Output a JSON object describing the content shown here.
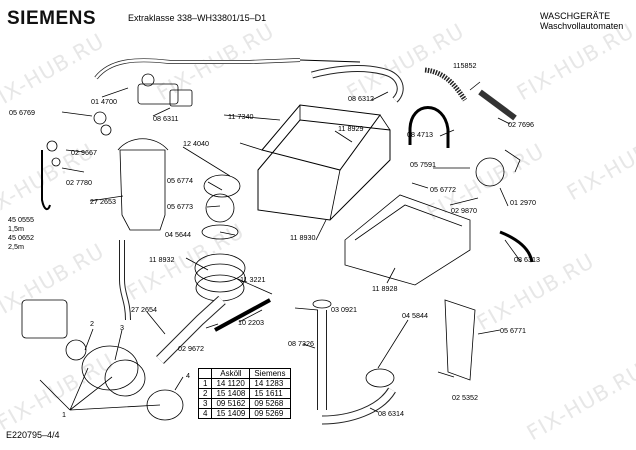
{
  "header": {
    "brand": "SIEMENS",
    "model": "Extraklasse 338–WH33801/15–D1",
    "category_line1": "WASCHGERÄTE",
    "category_line2": "Waschvollautomaten"
  },
  "footer": {
    "doc_ref": "E220795–4/4"
  },
  "watermark": "FIX-HUB.RU",
  "part_labels": {
    "p056769": "05 6769",
    "p014700": "01 4700",
    "p086311": "08 6311",
    "p117340": "11 7340",
    "p086312": "08 6312",
    "p115852": "115852",
    "p029667": "02 9667",
    "p027780": "02 7780",
    "p450555": "45 0555",
    "p15m": "1,5m",
    "p450652": "45 0652",
    "p25m": "2,5m",
    "p272653": "27 2653",
    "p124040": "12 4040",
    "p056774": "05 6774",
    "p056773": "05 6773",
    "p045644": "04 5644",
    "p118929": "11 8929",
    "p084713": "08 4713",
    "p027696": "02 7696",
    "p057591": "05 7591",
    "p056772": "05 6772",
    "p029870": "02 9870",
    "p012970": "01 2970",
    "p118930": "11 8930",
    "p118932": "11 8932",
    "p113221": "11 3221",
    "p272654": "27 2654",
    "p102203": "10 2203",
    "p029672": "02 9672",
    "p030921": "03 0921",
    "p118928": "11 8928",
    "p086313": "08 6313",
    "p087326": "08 7326",
    "p045844": "04 5844",
    "p056771": "05 6771",
    "p086314": "08 6314",
    "p025352": "02 5352",
    "n1": "1",
    "n2": "2",
    "n3": "3",
    "n4": "4"
  },
  "parts_table": {
    "headers": [
      "",
      "Asköll",
      "Siemens"
    ],
    "rows": [
      [
        "1",
        "14 1120",
        "14 1283"
      ],
      [
        "2",
        "15 1408",
        "15 1611"
      ],
      [
        "3",
        "09 5162",
        "09 5268"
      ],
      [
        "4",
        "15 1409",
        "09 5269"
      ]
    ]
  }
}
